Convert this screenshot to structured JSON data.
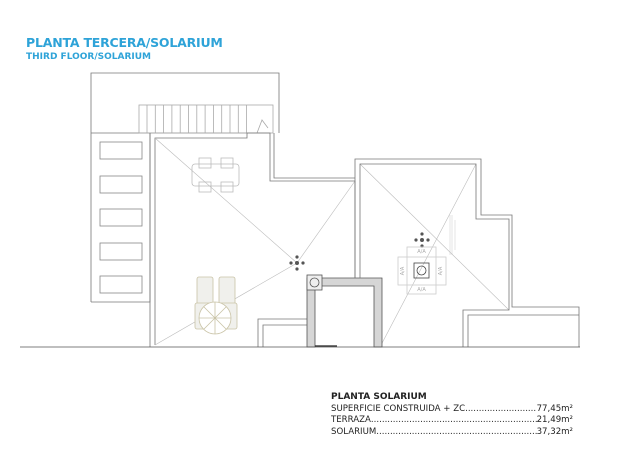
{
  "header": {
    "title": "PLANTA TERCERA/SOLARIUM",
    "subtitle": "THIRD FLOOR/SOLARIUM"
  },
  "plan": {
    "labels": {
      "aa": "A/A"
    },
    "colors": {
      "wall": "#777777",
      "shaft": "#d6d6d6",
      "furniture": "#c9c3a6",
      "title": "#2ea3d8"
    }
  },
  "areas": {
    "heading": "PLANTA SOLARIUM",
    "rows": [
      {
        "label": "SUPERFICIE CONSTRUIDA + ZC",
        "value": "77,45m²"
      },
      {
        "label": "TERRAZA",
        "value": "21,49m²"
      },
      {
        "label": "SOLARIUM",
        "value": "37,32m²"
      }
    ]
  }
}
